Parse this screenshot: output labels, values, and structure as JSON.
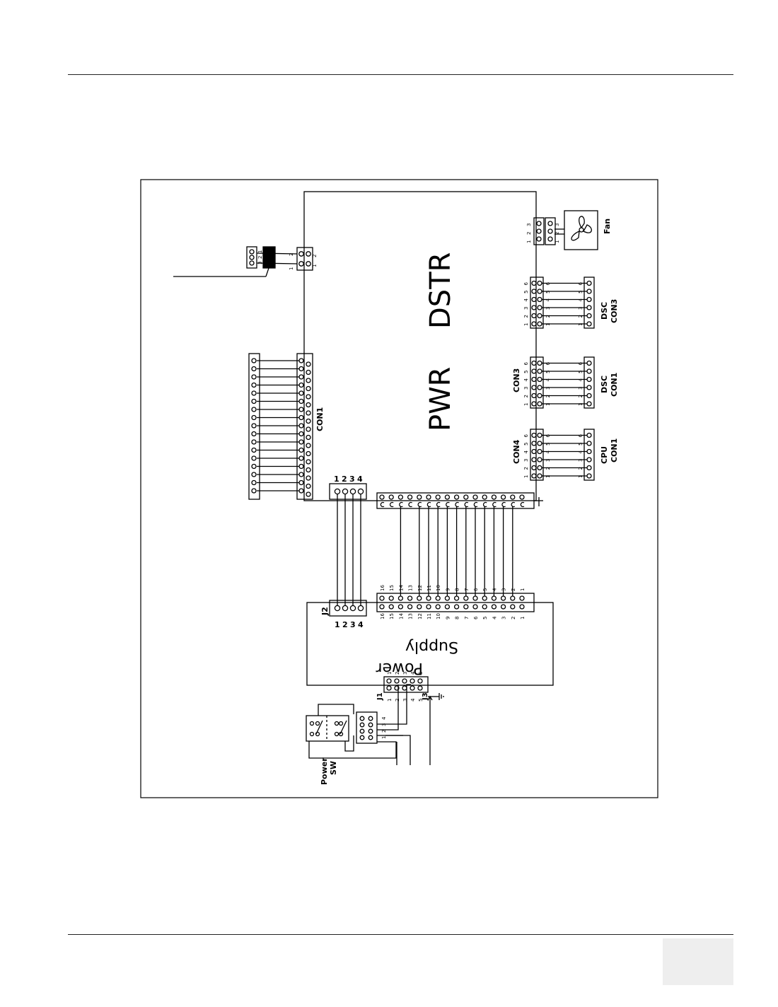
{
  "diagram": {
    "board_title_1": "PWR",
    "board_title_2": "DSTR",
    "psu_title_1": "Power",
    "psu_title_2": "Supply",
    "con1_label": "CON1",
    "con3_label": "CON3",
    "con4_label": "CON4",
    "j1_label": "J1",
    "j2_label": "J2",
    "j3_label": "J3",
    "fan_label": "Fan",
    "dsc_con3_1": "DSC",
    "dsc_con3_2": "CON3",
    "dsc_con1_1": "DSC",
    "dsc_con1_2": "CON1",
    "cpu_con1_1": "CPU",
    "cpu_con1_2": "CON1",
    "switch_label_1": "Power",
    "switch_label_2": "SW",
    "j2_pins": [
      "1",
      "2",
      "3",
      "4"
    ],
    "top4_pins": [
      "1",
      "2",
      "3",
      "4"
    ],
    "j1_pins": [
      "1",
      "2",
      "3",
      "4",
      "5"
    ],
    "sw_pins": [
      "1",
      "2",
      "3",
      "4"
    ],
    "fan_pins": [
      "1",
      "2",
      "3"
    ],
    "p2_pins": [
      "1",
      "2"
    ],
    "p3_pins": [
      "1",
      "2",
      "3"
    ],
    "six_pins": [
      "1",
      "2",
      "3",
      "4",
      "5",
      "6"
    ],
    "psu_pins_row1": [
      "16",
      "15",
      "14",
      "13",
      "12",
      "11",
      "10",
      "9",
      "8",
      "7",
      "6",
      "5",
      "4",
      "3",
      "2",
      "1"
    ],
    "psu_pins_row2": [
      "16",
      "15",
      "14",
      "13",
      "12",
      "11",
      "10",
      "9",
      "8",
      "7",
      "6",
      "5",
      "4",
      "3",
      "2",
      "1"
    ]
  }
}
